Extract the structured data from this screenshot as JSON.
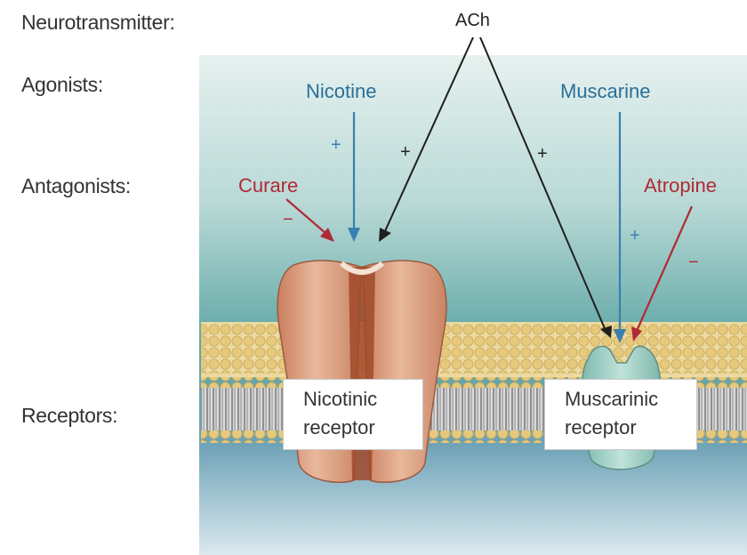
{
  "row_labels": {
    "neurotransmitter": "Neurotransmitter:",
    "agonists": "Agonists:",
    "antagonists": "Antagonists:",
    "receptors": "Receptors:"
  },
  "neurotransmitter": "ACh",
  "agonists": {
    "left": "Nicotine",
    "right": "Muscarine"
  },
  "antagonists": {
    "left": "Curare",
    "right": "Atropine"
  },
  "signs": {
    "plus": "+",
    "minus": "−"
  },
  "receptors": {
    "nicotinic": {
      "line1": "Nicotinic",
      "line2": "receptor"
    },
    "muscarinic": {
      "line1": "Muscarinic",
      "line2": "receptor"
    }
  },
  "colors": {
    "agonist": "#2a6f97",
    "antagonist": "#b02a35",
    "nicotinic_receptor": "#d9a083",
    "muscarinic_receptor": "#a7d3c9",
    "membrane_heads": "#e3c477"
  }
}
